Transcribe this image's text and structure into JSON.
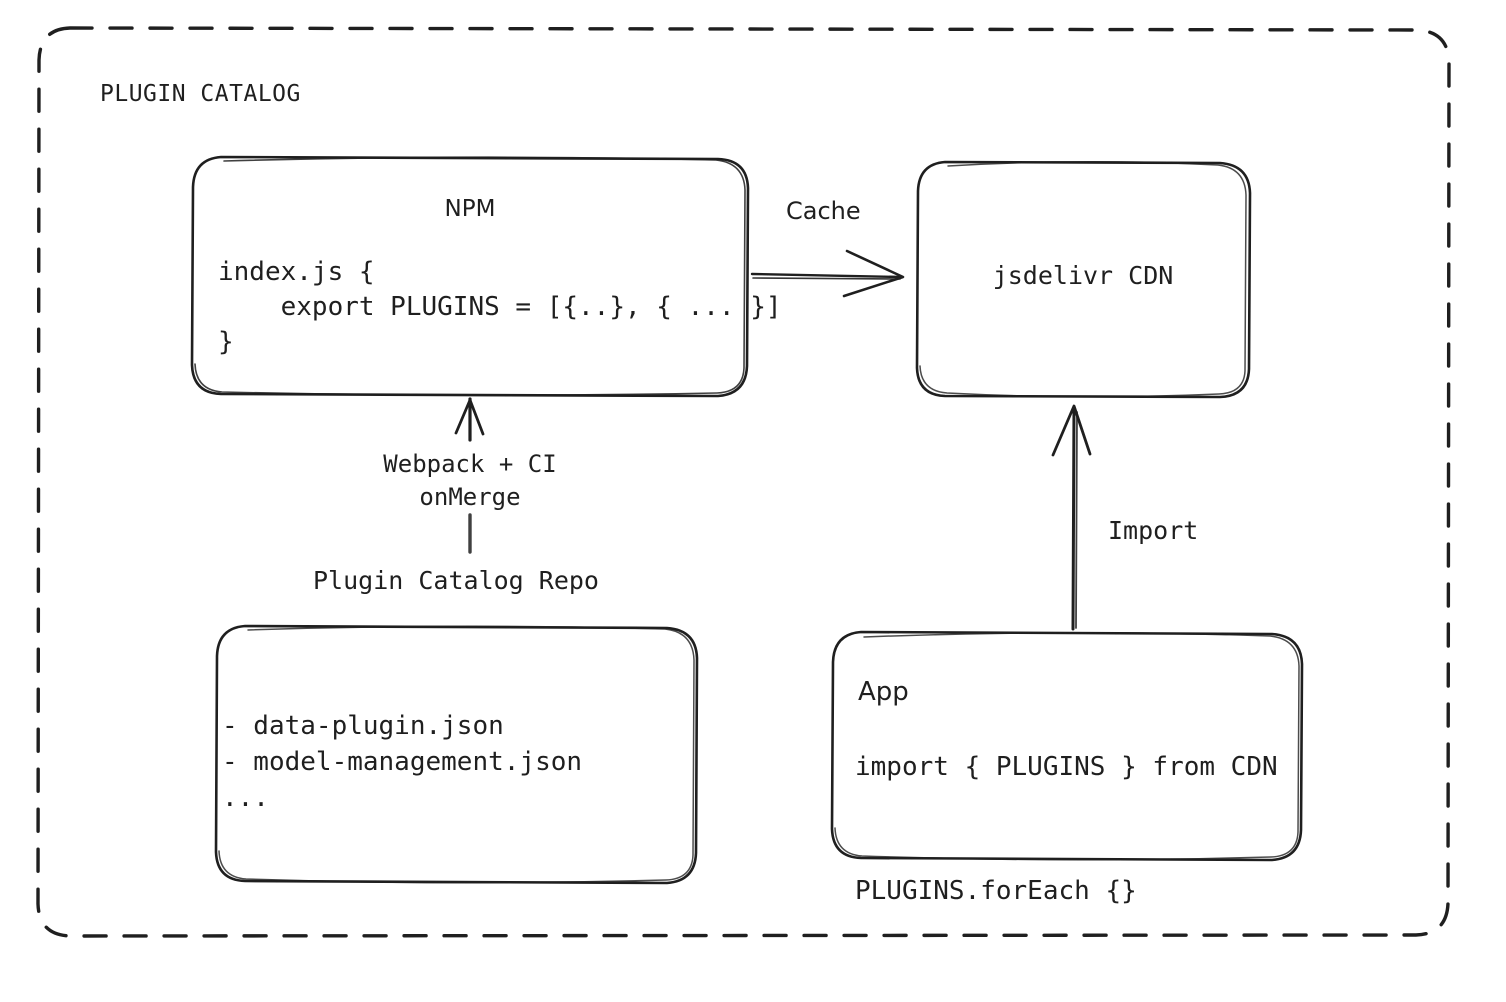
{
  "diagram": {
    "group_label": "PLUGIN CATALOG",
    "background": "#ffffff",
    "stroke": "#1f1f1f"
  },
  "nodes": {
    "npm": {
      "title": "NPM",
      "code": "index.js {\n    export PLUGINS = [{..}, { ... }]\n}"
    },
    "cdn": {
      "title": "jsdelivr CDN"
    },
    "repo": {
      "title": "Plugin Catalog Repo",
      "code": "- data-plugin.json\n- model-management.json\n..."
    },
    "app": {
      "title": "App",
      "code": "import { PLUGINS } from CDN\n\nPLUGINS.forEach {}"
    }
  },
  "edges": {
    "cache": {
      "label": "Cache"
    },
    "webpack": {
      "label": "Webpack + CI\nonMerge"
    },
    "import": {
      "label": "Import"
    }
  }
}
